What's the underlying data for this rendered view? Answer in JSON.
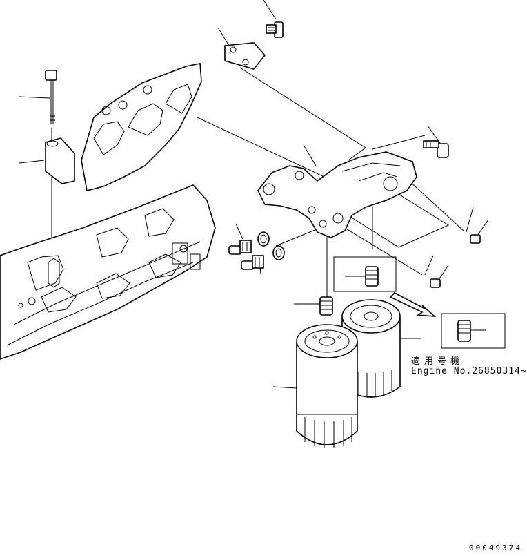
{
  "note": {
    "applicability_jp": "適用号機",
    "engine_serial": "Engine No.26850314~"
  },
  "drawing_number": "00049374",
  "colors": {
    "line": "#000000",
    "background": "#ffffff"
  }
}
